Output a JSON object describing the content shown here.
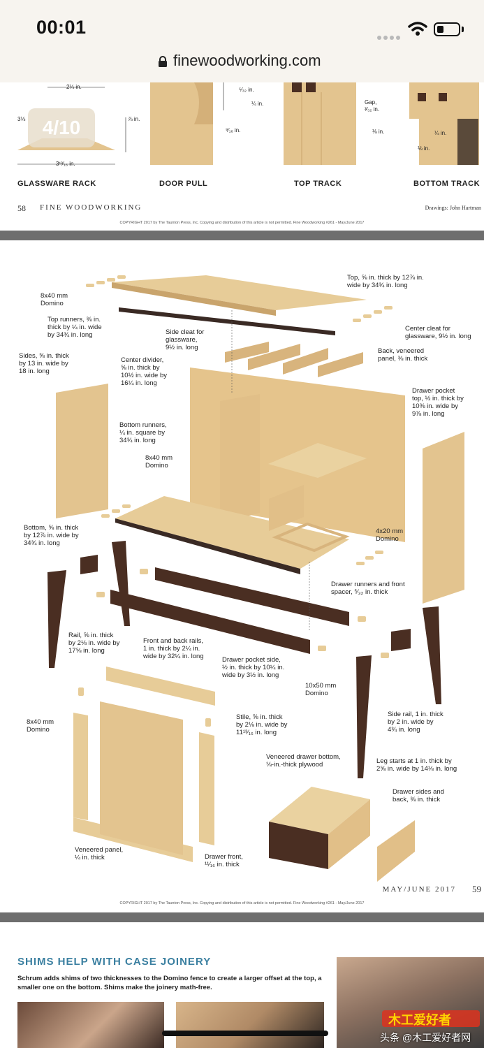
{
  "status_bar": {
    "time": "00:01"
  },
  "browser": {
    "url": "finewoodworking.com"
  },
  "viewer": {
    "page_counter": "4/10"
  },
  "top_page": {
    "labels": [
      "GLASSWARE RACK",
      "DOOR PULL",
      "TOP TRACK",
      "BOTTOM TRACK"
    ],
    "dims": {
      "d1": "2¼ in.",
      "d2": "⅞ in.",
      "d3": "3⅛",
      "d4": "3¹³⁄₁₆ in.",
      "d5": "⁵⁄₃₂ in.",
      "d6": "¼ in.",
      "d7": "⁹⁄₁₆ in.",
      "d8": "Gap,",
      "d9": "³⁄₃₂ in.",
      "d10": "⅛ in.",
      "d11": "¼ in.",
      "d12": "⅛ in."
    },
    "folio_num": "58",
    "folio_name": "FINE WOODWORKING",
    "credit": "Drawings: John Hartman",
    "copyright": "COPYRIGHT 2017 by The Taunton Press, Inc. Copying and distribution of this article is not permitted.    Fine Woodworking #261 - May/June 2017"
  },
  "mid_page": {
    "annotations": {
      "a1": "8x40 mm\nDomino",
      "a2": "Top, ⅝ in. thick by 12⅞ in.\nwide by 34¾ in. long",
      "a3": "Top runners, ⅜ in.\nthick by ¼ in. wide\nby 34¾ in. long",
      "a4": "Side cleat for\nglassware,\n9½ in. long",
      "a5": "Center cleat for\nglassware, 9½ in. long",
      "a6": "Sides, ⅝ in. thick\nby 13 in. wide by\n18 in. long",
      "a7": "Center divider,\n⅝ in. thick by\n10½ in. wide by\n16¼ in. long",
      "a8": "Back, veneered\npanel, ⅜ in. thick",
      "a9": "Drawer pocket\ntop, ½ in. thick by\n10⅜ in. wide by\n9⅞ in. long",
      "a10": "Bottom runners,\n¼ in. square by\n34¾ in. long",
      "a11": "8x40 mm\nDomino",
      "a12": "Bottom, ⅝ in. thick\nby 12⅞ in. wide by\n34¾ in. long",
      "a13": "4x20 mm\nDomino",
      "a14": "Drawer runners and front\nspacer, ⁵⁄₃₂ in. thick",
      "a15": "Rail, ⅝ in. thick\nby 2⅛ in. wide by\n17⅝ in. long",
      "a16": "Front and back rails,\n1 in. thick by 2¼ in.\nwide by 32¼ in. long",
      "a17": "Drawer pocket side,\n½ in. thick by 10¼ in.\nwide by 3½ in. long",
      "a18": "10x50 mm\nDomino",
      "a19": "8x40 mm\nDomino",
      "a20": "Stile, ⅝ in. thick\nby 2⅛ in. wide by\n11¹³⁄₁₆ in. long",
      "a21": "Side rail, 1 in. thick\nby 2 in. wide by\n4¾ in. long",
      "a22": "Veneered drawer bottom,\n⅛-in.-thick plywood",
      "a23": "Leg starts at 1 in. thick by\n2⅝ in. wide by 14⅛ in. long",
      "a24": "Drawer sides and\nback, ⅜ in. thick",
      "a25": "Veneered panel,\n¼ in. thick",
      "a26": "Drawer front,\n¹¹⁄₁₆ in. thick"
    },
    "folio_name": "MAY/JUNE 2017",
    "folio_num": "59",
    "copyright": "COPYRIGHT 2017 by The Taunton Press, Inc. Copying and distribution of this article is not permitted.    Fine Woodworking #261 - May/June 2017"
  },
  "bottom_page": {
    "title": "SHIMS HELP WITH CASE JOINERY",
    "text": "Schrum adds shims of two thicknesses to the Domino fence to create a larger offset at the top, a smaller one on the bottom. Shims make the joinery math-free."
  },
  "watermark": {
    "text": "头条 @木工爱好者网",
    "logo": "木工爱好者"
  },
  "colors": {
    "wood_light": "#e3c48f",
    "wood_dark": "#4a2e22",
    "title_blue": "#3a7fa0",
    "divider": "#6e6e6e"
  }
}
